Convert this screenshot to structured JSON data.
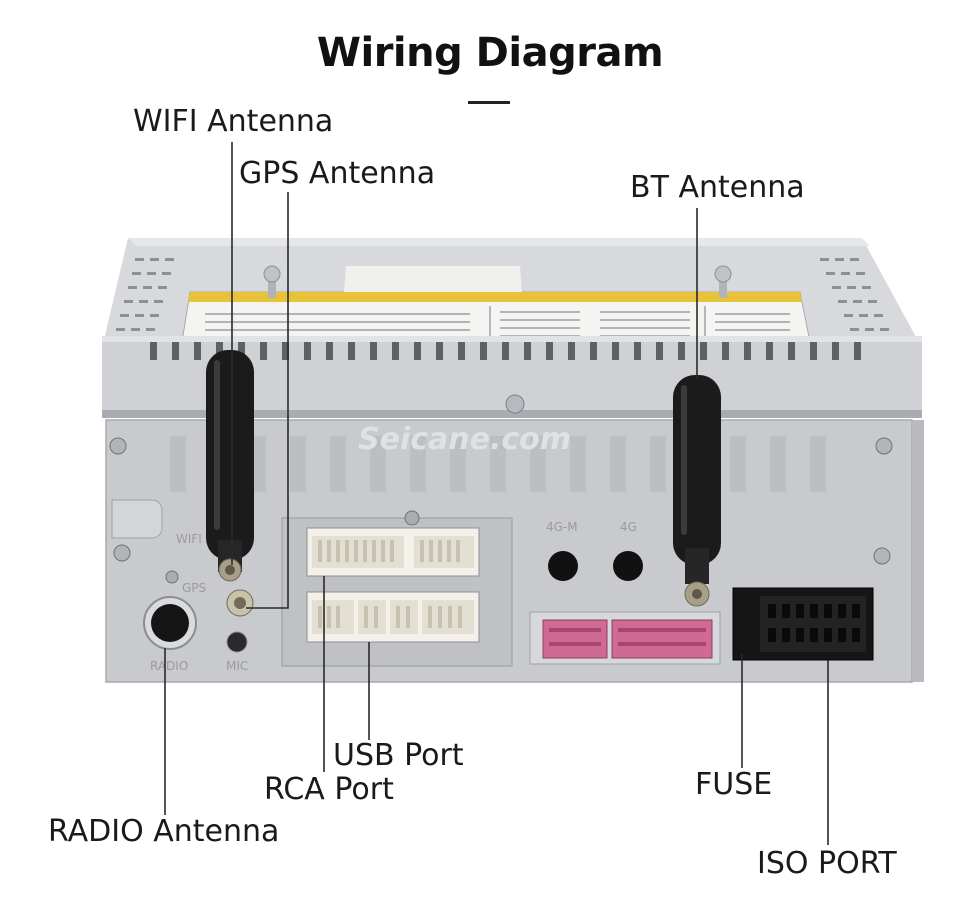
{
  "title": "Wiring Diagram",
  "watermark": "Seicane.com",
  "labels": {
    "wifi": "WIFI Antenna",
    "gps": "GPS Antenna",
    "bt": "BT Antenna",
    "usb": "USB Port",
    "rca": "RCA Port",
    "radio": "RADIO Antenna",
    "fuse": "FUSE",
    "iso": "ISO PORT"
  },
  "panel_text": {
    "wifi": "WIFI",
    "gps": "GPS",
    "radio": "RADIO",
    "mic": "MIC",
    "g4m": "4G-M",
    "g4": "4G"
  },
  "colors": {
    "panel": "#c9cacd",
    "panel_dark": "#b3b5b9",
    "antenna": "#1b1b1b",
    "pink_connector": "#d06a95",
    "iso_connector": "#151515",
    "fuse": "#2f62b5"
  }
}
